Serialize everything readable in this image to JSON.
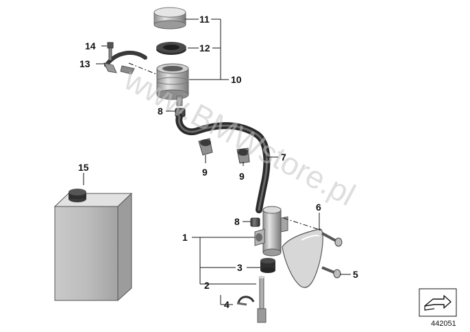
{
  "watermark": "www.BMWstore.pl",
  "callouts": {
    "c1": "1",
    "c2": "2",
    "c3": "3",
    "c4": "4",
    "c5": "5",
    "c6": "6",
    "c7": "7",
    "c8a": "8",
    "c8b": "8",
    "c9a": "9",
    "c9b": "9",
    "c10": "10",
    "c11": "11",
    "c12": "12",
    "c13": "13",
    "c14": "14",
    "c15": "15"
  },
  "diagram_ref": "442051",
  "colors": {
    "part_light": "#d8d8d8",
    "part_mid": "#b5b5b5",
    "part_dark": "#5a5a5a",
    "hose": "#333333",
    "line": "#111111"
  },
  "icons": {
    "direction": "arrow-right-icon"
  }
}
